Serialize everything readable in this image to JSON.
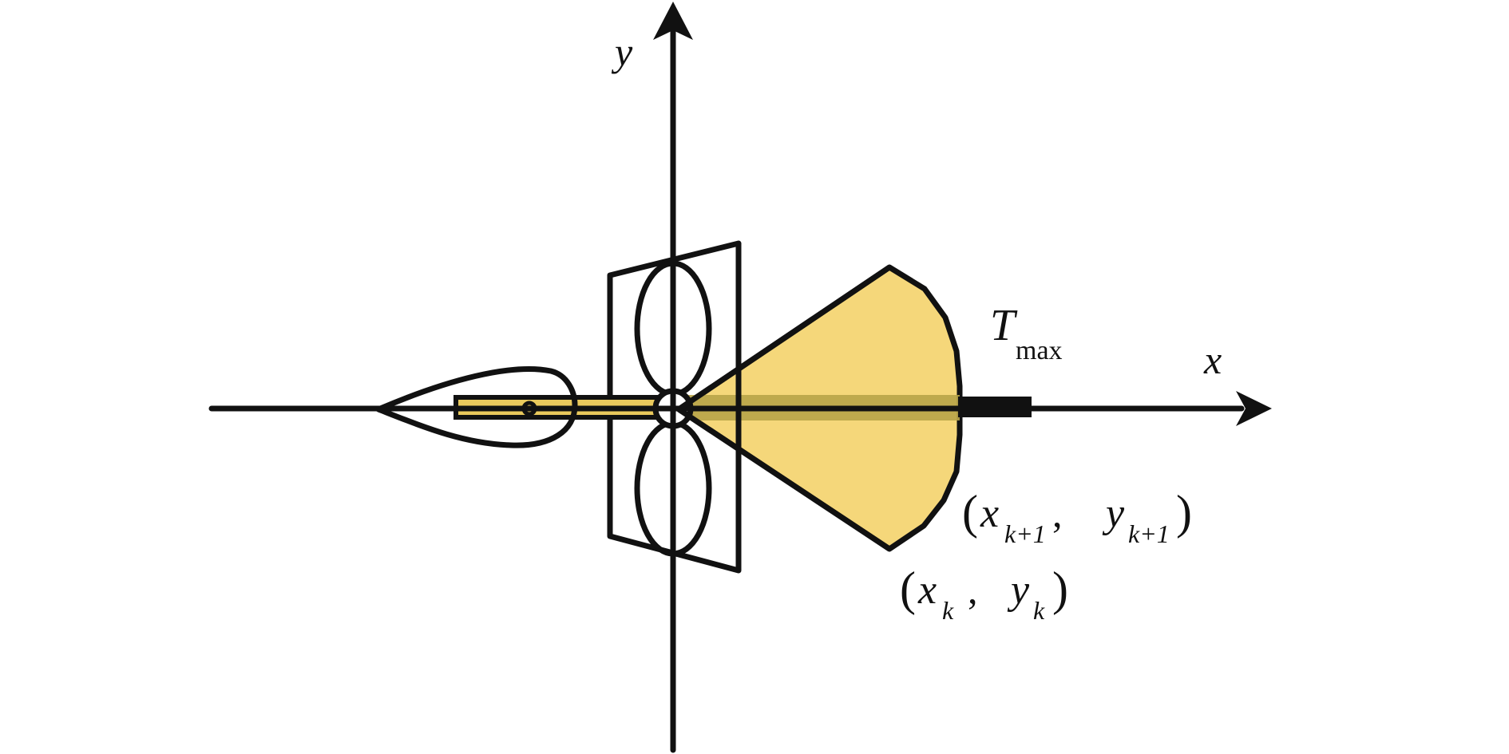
{
  "axes": {
    "x_label": "x",
    "y_label": "y"
  },
  "labels": {
    "tmax_main": "T",
    "tmax_sub": "max",
    "point_k1": {
      "open": "(",
      "x": "x",
      "x_sub": "k+1",
      "comma": ",",
      "y": "y",
      "y_sub": "k+1",
      "close": ")"
    },
    "point_k": {
      "open": "(",
      "x": "x",
      "x_sub": "k",
      "comma": ",",
      "y": "y",
      "y_sub": "k",
      "close": ")"
    }
  },
  "colors": {
    "stroke": "#111111",
    "sector_fill": "#f5d77a",
    "overlap_fill": "#b8a448",
    "background": "#ffffff"
  }
}
